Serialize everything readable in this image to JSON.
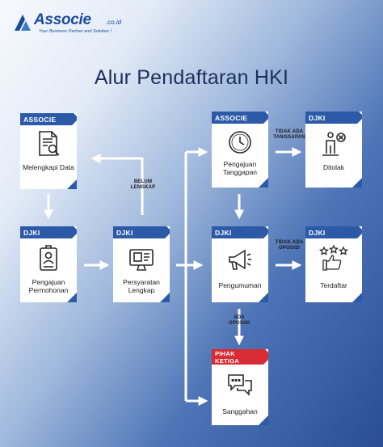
{
  "brand": {
    "name": "Associe",
    "suffix": ".co.id",
    "tagline": "Your Business Partner and Solution !"
  },
  "title": "Alur Pendaftaran HKI",
  "colors": {
    "card_accent": "#2c5aa8",
    "pihak_ketiga_accent": "#d92b33",
    "arrow": "#ffffff",
    "text": "#1b1b1b"
  },
  "nodes": {
    "melengkapi": {
      "tag": "ASSOCIE",
      "label": "Melengkapi Data",
      "icon": "document-search-icon"
    },
    "permohonan": {
      "tag": "DJKI",
      "label": "Pengajuan Permohonan",
      "icon": "id-badge-icon"
    },
    "persyaratan": {
      "tag": "DJKI",
      "label": "Persyaratan Lengkap",
      "icon": "computer-monitor-icon"
    },
    "tanggapan": {
      "tag": "ASSOCIE",
      "label": "Pengajuan Tanggapan",
      "icon": "clock-icon"
    },
    "ditolak": {
      "tag": "DJKI",
      "label": "Ditolak",
      "icon": "rejected-person-icon"
    },
    "pengumuman": {
      "tag": "DJKI",
      "label": "Pengumuman",
      "icon": "megaphone-icon"
    },
    "terdaftar": {
      "tag": "DJKI",
      "label": "Terdaftar",
      "icon": "star-rating-icon"
    },
    "sanggahan": {
      "tag": "PIHAK KETIGA",
      "label": "Sanggahan",
      "icon": "chat-bubbles-icon"
    }
  },
  "edges": {
    "belum_lengkap": "BELUM LENGKAP",
    "tidak_ada_tanggapan": "TIDAK ADA TANGGAPAN",
    "tidak_ada_oposisi": "TIDAK ADA OPOSISI",
    "ada_oposisi": "ADA OPOSISI"
  }
}
